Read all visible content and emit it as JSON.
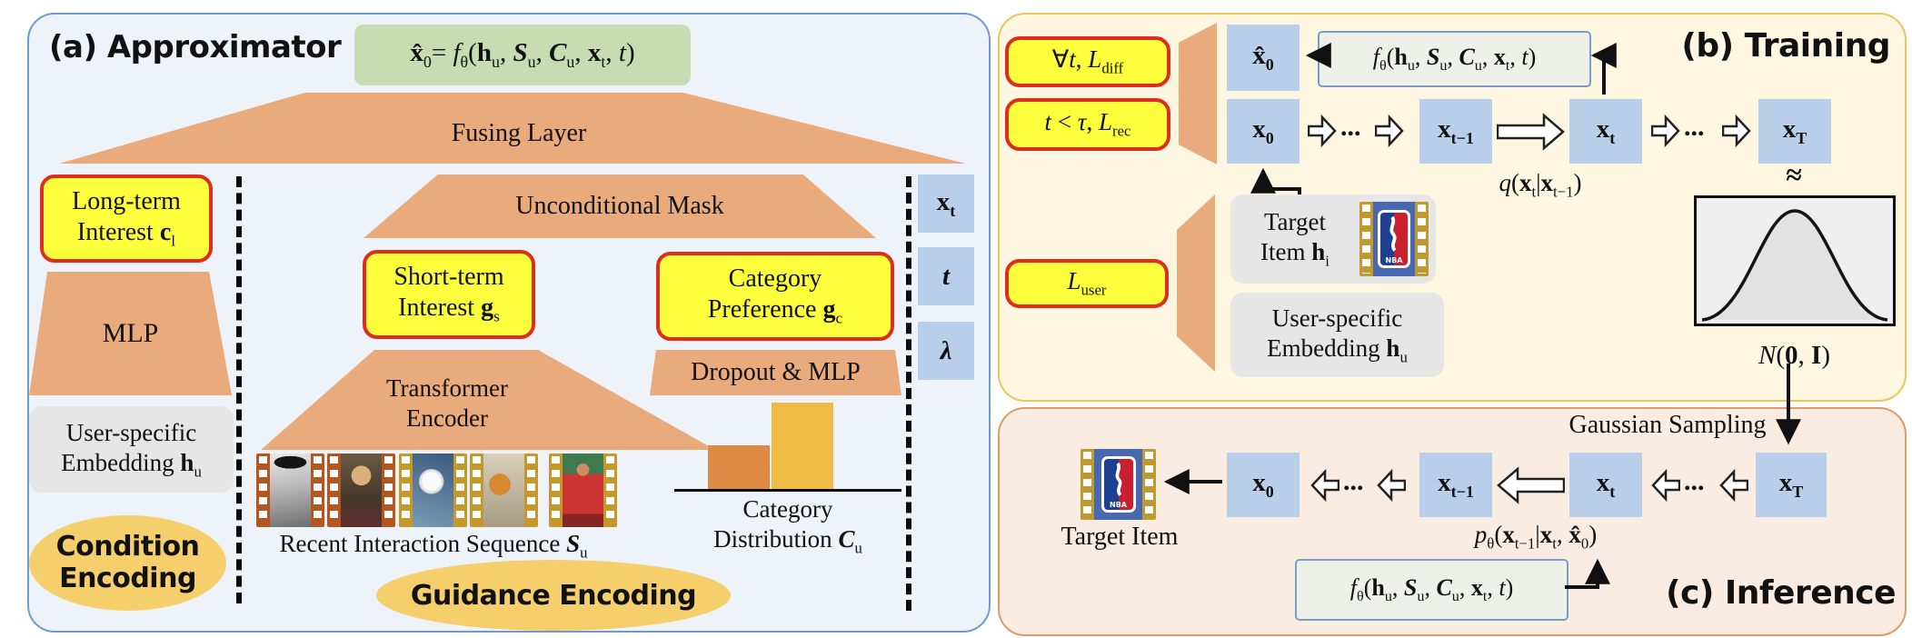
{
  "colors": {
    "panel_a_bg": "#eef2f9",
    "panel_a_border": "#6f9cd0",
    "panel_b_bg": "#fdf6e1",
    "panel_b_border": "#ecc65c",
    "panel_c_bg": "#faece1",
    "panel_c_border": "#dd9a6b",
    "trapezoid": "#e9aa7c",
    "yellow_box": "#feff3c",
    "yellow_box_border": "#df2c1b",
    "green_box": "#c8dcb4",
    "gray_box": "#e6e6e6",
    "blue_box": "#b9cfe9",
    "ellipse": "#f6cf6d",
    "film_rail_brown": "#b2571f",
    "film_rail_gold": "#c5982c"
  },
  "panel_a": {
    "title": "(a) Approximator",
    "formula_html": "<b>x̂</b><sub>0</sub>= <i>f</i><sub>θ</sub>(<b>h</b><sub>u</sub>, <b><i>S</i></b><sub>u</sub>, <b><i>C</i></b><sub>u</sub>, <b>x</b><sub>t</sub>, <i>t</i>)",
    "fusing_layer": "Fusing Layer",
    "unconditional_mask": "Unconditional Mask",
    "long_term_html": "Long-term<br>Interest <b>c</b><sub>l</sub>",
    "mlp": "MLP",
    "user_embedding_html": "User-specific<br>Embedding <b>h</b><sub>u</sub>",
    "condition_encoding_html": "Condition<br>Encoding",
    "short_term_html": "Short-term<br>Interest <b>g</b><sub>s</sub>",
    "category_preference_html": "Category<br>Preference <b>g</b><sub>c</sub>",
    "transformer_html": "Transformer<br>Encoder",
    "dropout_mlp": "Dropout & MLP",
    "recent_sequence_html": "Recent Interaction Sequence <b><i>S</i></b><sub>u</sub>",
    "category_distribution_html": "Category<br>Distribution <b><i>C</i></b><sub>u</sub>",
    "guidance_encoding": "Guidance Encoding",
    "side_inputs": [
      {
        "html": "<b>x</b><sub>t</sub>"
      },
      {
        "html": "<i>t</i>"
      },
      {
        "html": "<i>λ</i>"
      }
    ],
    "category_bars": [
      {
        "color": "#dd8a44",
        "height": 49
      },
      {
        "color": "#f0bb45",
        "height": 96
      }
    ],
    "movie_items": [
      "chaplin",
      "mr-bean",
      "soccer",
      "basketball",
      "jordan"
    ]
  },
  "panel_b": {
    "title": "(b) Training",
    "loss_diff_html": "∀<i>t</i>, <i>L</i><sub>diff</sub>",
    "loss_rec_html": "<i>t</i> &lt; <i>τ</i>, <i>L</i><sub>rec</sub>",
    "loss_user_html": "<i>L</i><sub>user</sub>",
    "xhat0_html": "<b>x̂</b><sub>0</sub>",
    "f_theta_html": "<i>f</i><sub>θ</sub>(<b>h</b><sub>u</sub>, <b><i>S</i></b><sub>u</sub>, <b><i>C</i></b><sub>u</sub>, <b>x</b><sub>t</sub>, <i>t</i>)",
    "x0_html": "<b>x</b><sub>0</sub>",
    "xt1_html": "<b>x</b><sub>t−1</sub>",
    "xt_html": "<b>x</b><sub>t</sub>",
    "xT_html": "<b>x</b><sub>T</sub>",
    "q_html": "<i>q</i>(<b>x</b><sub>t</sub>|<b>x</b><sub>t−1</sub>)",
    "target_item_html": "Target<br>Item <b>h</b><sub>i</sub>",
    "user_embedding_html": "User-specific<br>Embedding <b>h</b><sub>u</sub>",
    "approx": "≈",
    "normal_html": "<i>N</i>(<b>0</b>, <b>I</b>)",
    "dots": "..."
  },
  "panel_c": {
    "title": "(c) Inference",
    "gaussian_sampling": "Gaussian Sampling",
    "target_item": "Target Item",
    "x0_html": "<b>x</b><sub>0</sub>",
    "xt1_html": "<b>x</b><sub>t−1</sub>",
    "xt_html": "<b>x</b><sub>t</sub>",
    "xT_html": "<b>x</b><sub>T</sub>",
    "p_html": "<i>p</i><sub>θ</sub>(<b>x</b><sub>t−1</sub>|<b>x</b><sub>t</sub>, <b>x̂</b><sub>0</sub>)",
    "f_theta_html": "<i>f</i><sub>θ</sub>(<b>h</b><sub>u</sub>, <b><i>S</i></b><sub>u</sub>, <b><i>C</i></b><sub>u</sub>, <b>x</b><sub>t</sub>, <i>t</i>)",
    "dots": "..."
  }
}
